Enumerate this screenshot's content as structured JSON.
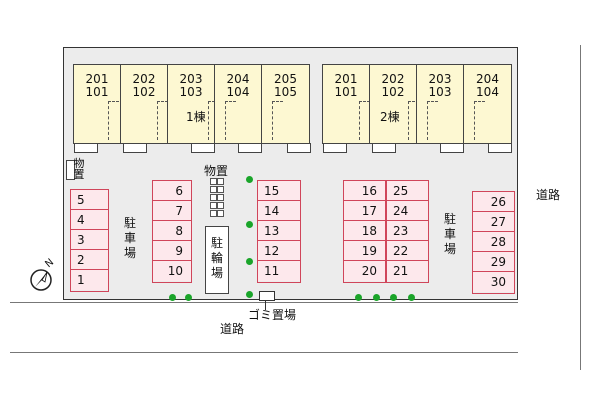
{
  "units": [
    {
      "upper": "201",
      "lower": "101"
    },
    {
      "upper": "202",
      "lower": "102"
    },
    {
      "upper": "203",
      "lower": "103"
    },
    {
      "upper": "204",
      "lower": "104"
    },
    {
      "upper": "205",
      "lower": "105"
    },
    {
      "upper": "201",
      "lower": "101"
    },
    {
      "upper": "202",
      "lower": "102"
    },
    {
      "upper": "203",
      "lower": "103"
    },
    {
      "upper": "204",
      "lower": "104"
    }
  ],
  "buildings": {
    "b1": "1棟",
    "b2": "2棟"
  },
  "parking_label": "駐車場",
  "bike_parking_label": "駐輪場",
  "storage_label": "物置",
  "garbage_label": "ゴミ置場",
  "road_label": "道路",
  "compass_label": "N",
  "stalls": {
    "s1": [
      "5",
      "4",
      "3",
      "2",
      "1"
    ],
    "s2": [
      "6",
      "7",
      "8",
      "9",
      "10"
    ],
    "s3": [
      "15",
      "14",
      "13",
      "12",
      "11"
    ],
    "s4": [
      "16",
      "17",
      "18",
      "19",
      "20"
    ],
    "s5": [
      "25",
      "24",
      "23",
      "22",
      "21"
    ],
    "s6": [
      "26",
      "27",
      "28",
      "29",
      "30"
    ]
  },
  "colors": {
    "unit_fill": "#fdf8d2",
    "stall_fill": "#fde8ec",
    "stall_border": "#d0455a",
    "tree": "#1aa52a"
  }
}
